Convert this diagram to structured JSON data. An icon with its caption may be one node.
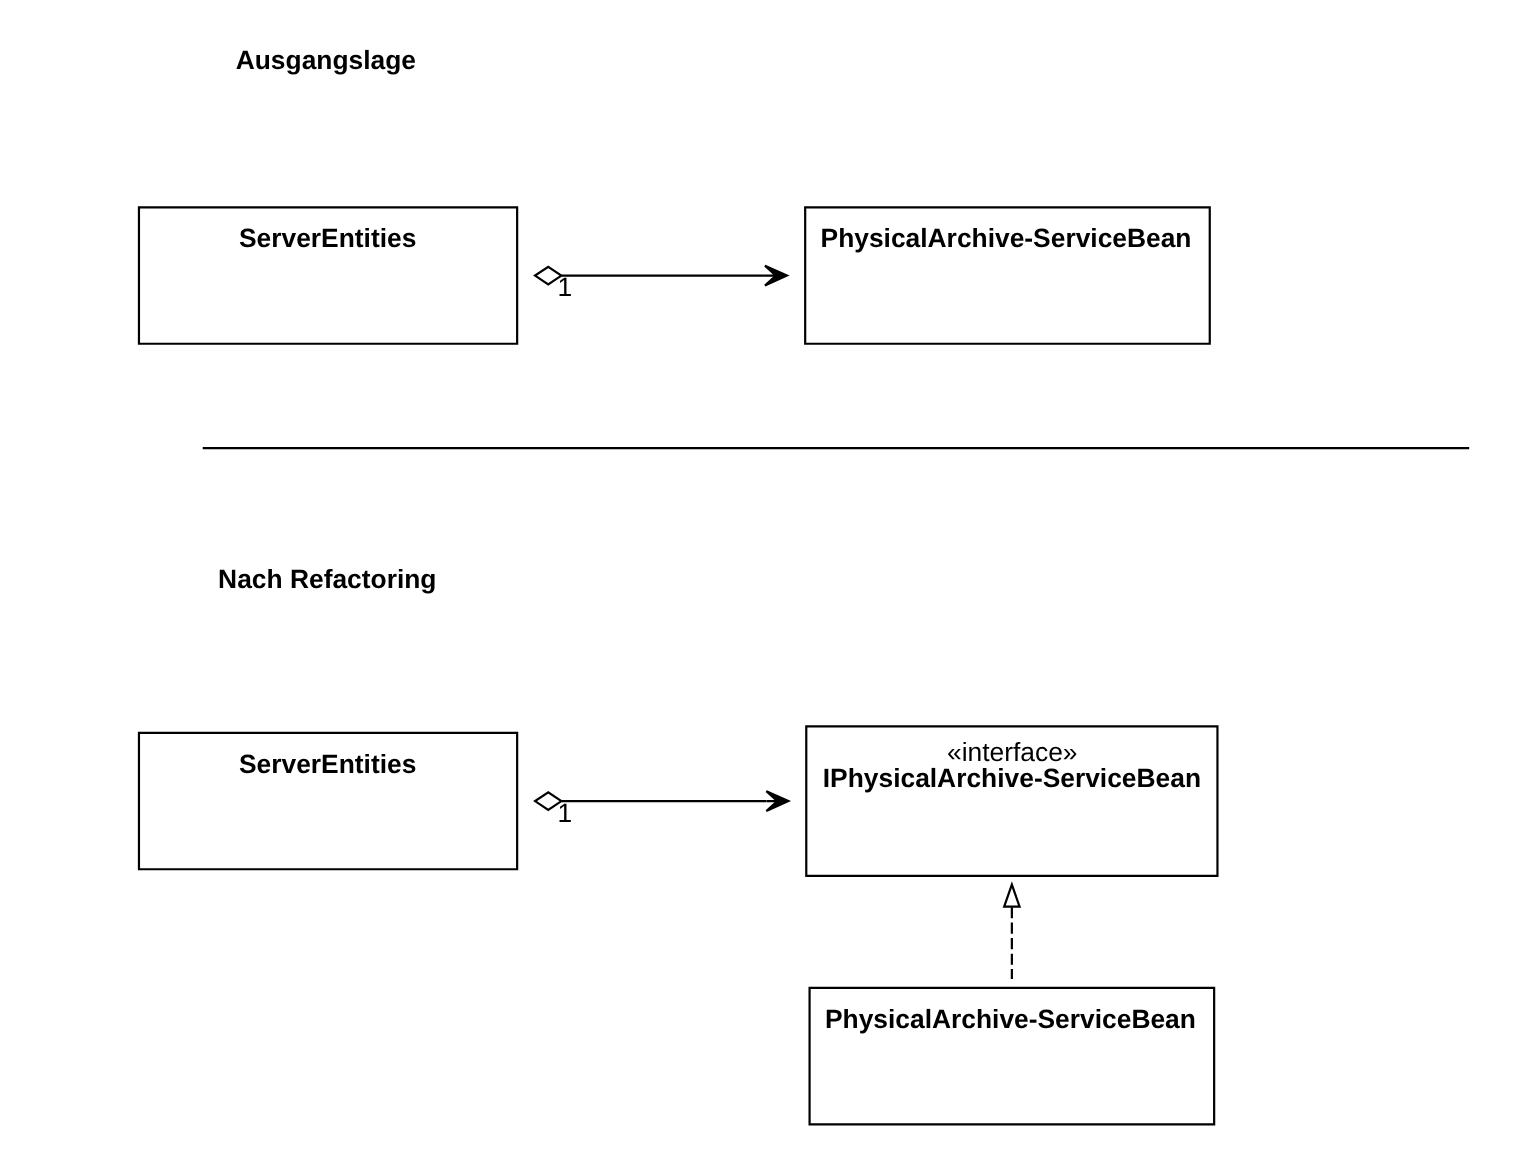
{
  "diagram": {
    "nodes": [
      {
        "text": [
          "ServerEntities"
        ]
      },
      {
        "text": [
          "PhysicalArchive-ServiceBean"
        ]
      },
      {
        "text": [
          "ServerEntities"
        ]
      },
      {
        "text": [
          "«interface»",
          "IPhysicalArchive-ServiceBean"
        ]
      },
      {
        "text": [
          "PhysicalArchive-ServiceBean"
        ]
      }
    ],
    "edges": [
      {
        "from": 0,
        "to": 1,
        "arrow": "to",
        "label": "1"
      },
      {
        "from": 2,
        "to": 3,
        "arrow": "to",
        "label": "1"
      },
      {
        "from": 4,
        "to": 3,
        "arrow": "to",
        "style": "dashed"
      }
    ],
    "labels": [
      "Ausgangslage",
      "Nach Refactoring"
    ]
  }
}
